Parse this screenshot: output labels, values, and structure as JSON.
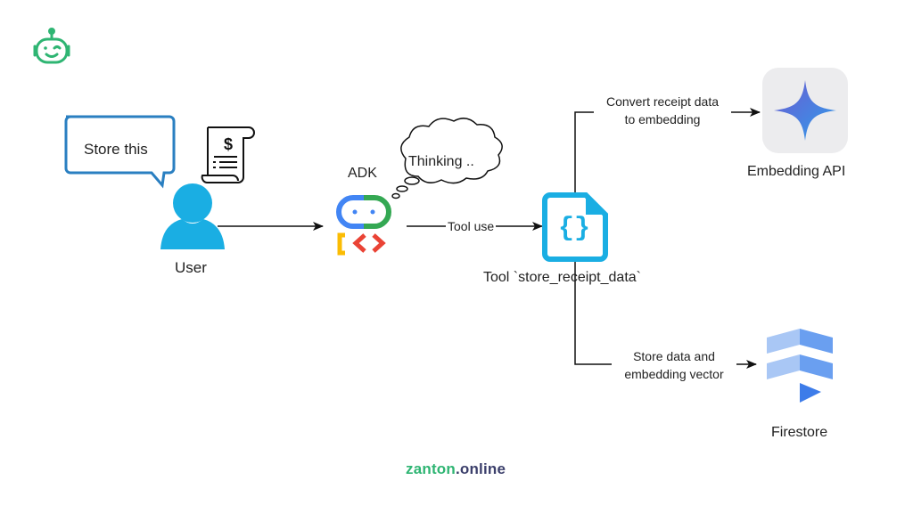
{
  "diagram": {
    "nodes": {
      "user": {
        "label": "User"
      },
      "speech_bubble": {
        "text": "Store this"
      },
      "adk": {
        "label": "ADK"
      },
      "thought": {
        "text": "Thinking .."
      },
      "tool": {
        "label": "Tool `store_receipt_data`"
      },
      "embedding_api": {
        "label": "Embedding API"
      },
      "firestore": {
        "label": "Firestore"
      }
    },
    "edges": {
      "user_to_adk": {
        "label": ""
      },
      "adk_to_tool": {
        "label": "Tool use"
      },
      "tool_to_embedding": {
        "line1": "Convert receipt data",
        "line2": "to embedding"
      },
      "tool_to_firestore": {
        "line1": "Store data and",
        "line2": "embedding vector"
      }
    }
  },
  "footer": {
    "brand_part1": "zanton",
    "brand_part2": ".online"
  },
  "colors": {
    "user_blue": "#1aaee3",
    "bubble_border": "#2a7fc1",
    "logo_green": "#2fb573",
    "google_blue": "#4285f4",
    "google_green": "#34a853",
    "google_yellow": "#fbbc04",
    "google_red": "#ea4335",
    "firestore_light": "#a9c7f5",
    "firestore_mid": "#6a9ff0",
    "firestore_dark": "#3d7ce9",
    "footer_green": "#2fb573",
    "footer_navy": "#3b3f6b"
  }
}
